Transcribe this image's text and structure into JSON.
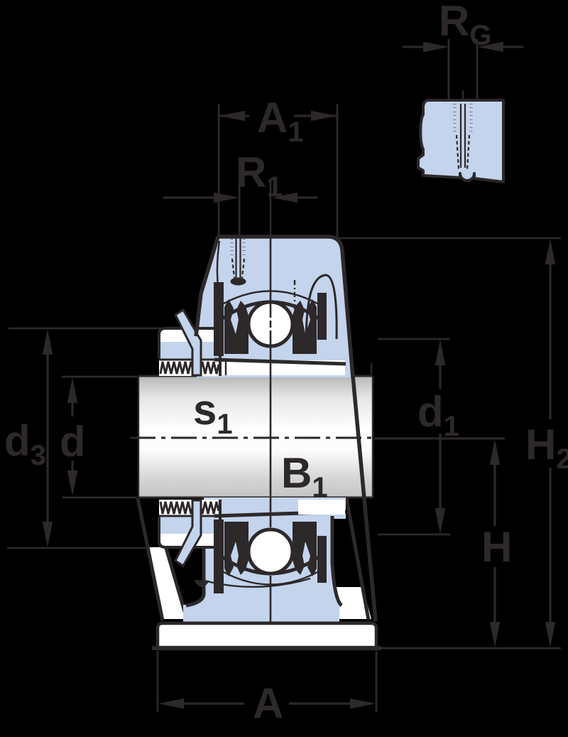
{
  "drawing": {
    "title": "bearing-unit-dimension-drawing",
    "labels": {
      "a1": {
        "main": "A",
        "sub": "1"
      },
      "r1": {
        "main": "R",
        "sub": "1"
      },
      "rg": {
        "main": "R",
        "sub": "G"
      },
      "d3": {
        "main": "d",
        "sub": "3"
      },
      "d": {
        "main": "d",
        "sub": ""
      },
      "s1": {
        "main": "s",
        "sub": "1"
      },
      "b1": {
        "main": "B",
        "sub": "1"
      },
      "d1": {
        "main": "d",
        "sub": "1"
      },
      "h2": {
        "main": "H",
        "sub": "2"
      },
      "h": {
        "main": "H",
        "sub": ""
      },
      "a": {
        "main": "A",
        "sub": ""
      }
    },
    "colors": {
      "background": "#000000",
      "line": "#2d282a",
      "part_fill": "#c3d4ec",
      "base_fill": "#ffffff"
    }
  }
}
